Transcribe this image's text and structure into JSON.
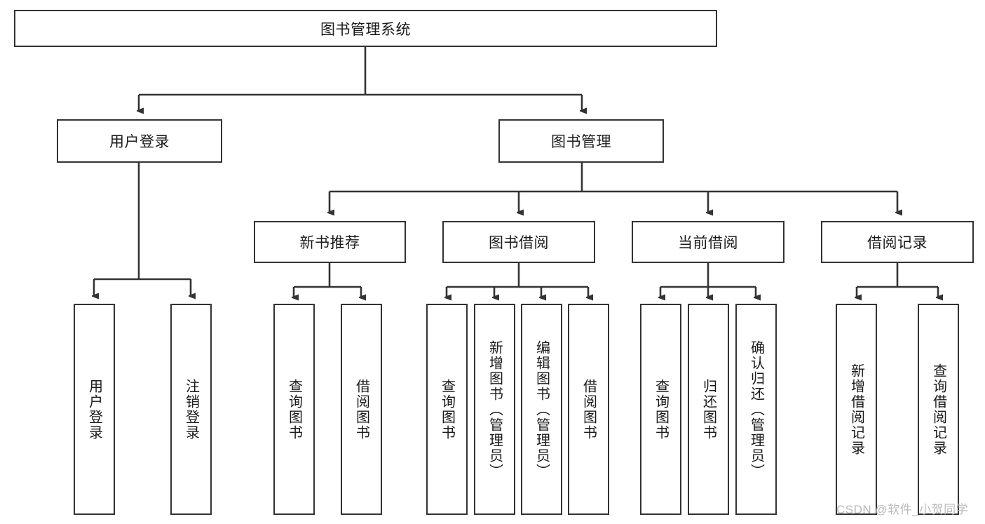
{
  "diagram": {
    "type": "tree-hierarchy",
    "title": "图书管理系统",
    "watermark": "CSDN @软件_小贺同学",
    "colors": {
      "box_border": "#333333",
      "box_fill": "#ffffff",
      "connector": "#333333",
      "text": "#1a1a1a",
      "watermark": "#b9b9b9"
    },
    "levels": {
      "root": {
        "label": "图书管理系统"
      },
      "level2": [
        {
          "label": "用户登录"
        },
        {
          "label": "图书管理"
        }
      ],
      "level3": [
        {
          "label": "新书推荐"
        },
        {
          "label": "图书借阅"
        },
        {
          "label": "当前借阅"
        },
        {
          "label": "借阅记录"
        }
      ],
      "leaves": [
        {
          "label": "用户登录",
          "parent": "用户登录"
        },
        {
          "label": "注销登录",
          "parent": "用户登录"
        },
        {
          "label": "查询图书",
          "parent": "新书推荐"
        },
        {
          "label": "借阅图书",
          "parent": "新书推荐"
        },
        {
          "label": "查询图书",
          "parent": "图书借阅"
        },
        {
          "label": "新增图书（管理员）",
          "parent": "图书借阅"
        },
        {
          "label": "编辑图书（管理员）",
          "parent": "图书借阅"
        },
        {
          "label": "借阅图书",
          "parent": "图书借阅"
        },
        {
          "label": "查询图书",
          "parent": "当前借阅"
        },
        {
          "label": "归还图书",
          "parent": "当前借阅"
        },
        {
          "label": "确认归还（管理员）",
          "parent": "当前借阅"
        },
        {
          "label": "新增借阅记录",
          "parent": "借阅记录"
        },
        {
          "label": "查询借阅记录",
          "parent": "借阅记录"
        }
      ]
    }
  }
}
